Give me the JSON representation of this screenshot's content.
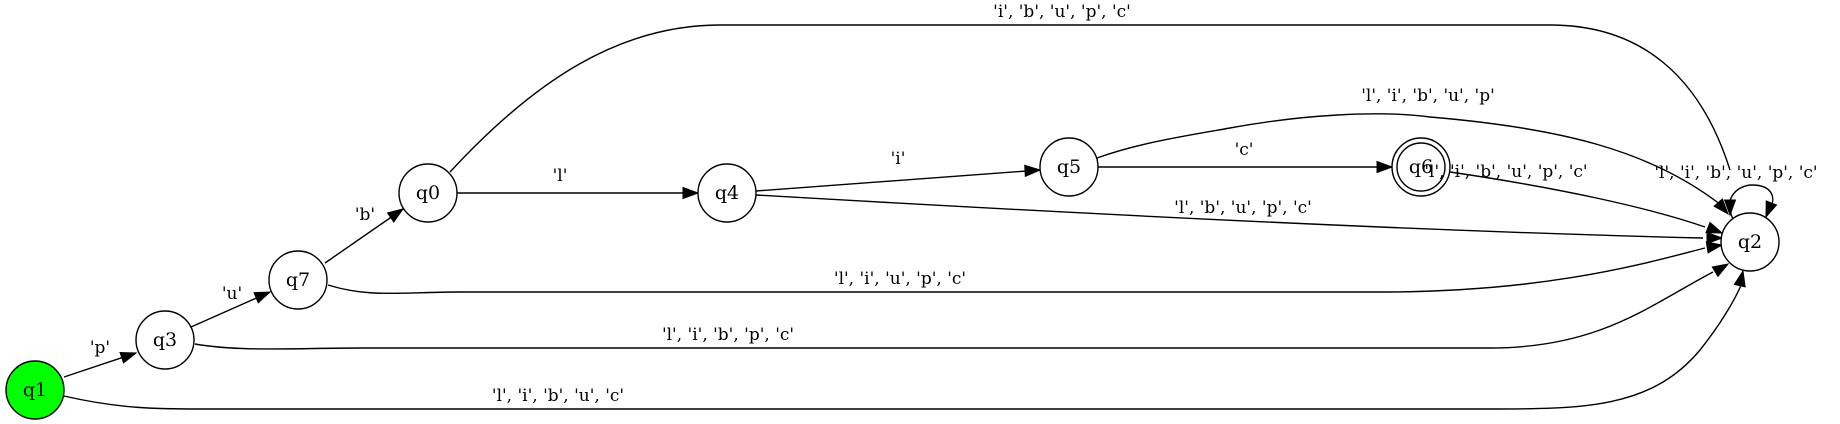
{
  "colors": {
    "background": "#ffffff",
    "stroke": "#000000",
    "start_state_fill": "#00ff00",
    "state_fill": "#ffffff"
  },
  "states": [
    {
      "id": "q0",
      "label": "q0",
      "accepting": false,
      "start": false
    },
    {
      "id": "q1",
      "label": "q1",
      "accepting": false,
      "start": true
    },
    {
      "id": "q2",
      "label": "q2",
      "accepting": false,
      "start": false
    },
    {
      "id": "q3",
      "label": "q3",
      "accepting": false,
      "start": false
    },
    {
      "id": "q4",
      "label": "q4",
      "accepting": false,
      "start": false
    },
    {
      "id": "q5",
      "label": "q5",
      "accepting": false,
      "start": false
    },
    {
      "id": "q6",
      "label": "q6",
      "accepting": true,
      "start": false
    },
    {
      "id": "q7",
      "label": "q7",
      "accepting": false,
      "start": false
    }
  ],
  "transitions": [
    {
      "id": "q1-q3",
      "from": "q1",
      "to": "q3",
      "label": "'p'"
    },
    {
      "id": "q3-q7",
      "from": "q3",
      "to": "q7",
      "label": "'u'"
    },
    {
      "id": "q7-q0",
      "from": "q7",
      "to": "q0",
      "label": "'b'"
    },
    {
      "id": "q0-q4",
      "from": "q0",
      "to": "q4",
      "label": "'l'"
    },
    {
      "id": "q4-q5",
      "from": "q4",
      "to": "q5",
      "label": "'i'"
    },
    {
      "id": "q5-q6",
      "from": "q5",
      "to": "q6",
      "label": "'c'"
    },
    {
      "id": "q0-q2",
      "from": "q0",
      "to": "q2",
      "label": "'i', 'b', 'u', 'p', 'c'"
    },
    {
      "id": "q5-q2",
      "from": "q5",
      "to": "q2",
      "label": "'l', 'i', 'b', 'u', 'p'"
    },
    {
      "id": "q6-q2",
      "from": "q6",
      "to": "q2",
      "label": "'l', 'i', 'b', 'u', 'p', 'c'"
    },
    {
      "id": "q2-q2",
      "from": "q2",
      "to": "q2",
      "label": "'l', 'i', 'b', 'u', 'p', 'c'"
    },
    {
      "id": "q4-q2",
      "from": "q4",
      "to": "q2",
      "label": "'l', 'b', 'u', 'p', 'c'"
    },
    {
      "id": "q7-q2",
      "from": "q7",
      "to": "q2",
      "label": "'l', 'i', 'u', 'p', 'c'"
    },
    {
      "id": "q3-q2",
      "from": "q3",
      "to": "q2",
      "label": "'l', 'i', 'b', 'p', 'c'"
    },
    {
      "id": "q1-q2",
      "from": "q1",
      "to": "q2",
      "label": "'l', 'i', 'b', 'u', 'c'"
    }
  ]
}
